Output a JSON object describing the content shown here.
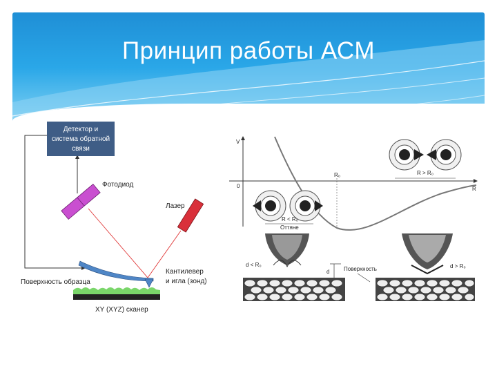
{
  "slide": {
    "title": "Принцип работы АСМ"
  },
  "left_diagram": {
    "detector_box": [
      "Детектор и",
      "система обратной",
      "связи"
    ],
    "photodiode": "Фотодиод",
    "laser": "Лазер",
    "cantilever": [
      "Кантилевер",
      "и игла (зонд)"
    ],
    "sample_surface": "Поверхность образца",
    "scanner": "XY (XYZ) сканер"
  },
  "right_diagram": {
    "axis_v": "V",
    "axis_r": "R",
    "origin": "0",
    "r0_label": "R₀",
    "repulsion_label": "R > R₀",
    "attraction_label": "R < R₀",
    "attraction_caption": "Оттяне",
    "d_less": "d < R₀",
    "d_greater": "d > R₀",
    "surface": "Поверхность",
    "d_mark": "d"
  },
  "colors": {
    "header_top": "#1f8fd6",
    "detector_fill": "#3f5d86",
    "photodiode": "#c94fd0",
    "laser": "#d9303a",
    "beam": "#e03a3a",
    "cantilever": "#4f86c6",
    "sample": "#7ad66a"
  }
}
